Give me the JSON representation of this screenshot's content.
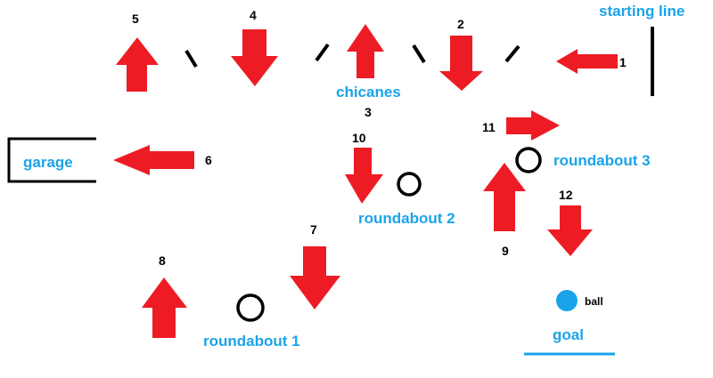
{
  "colors": {
    "arrow": "#ed1c24",
    "label": "#1aa3e8",
    "line": "#000000",
    "ball": "#1aa3e8",
    "goal_line": "#1aa3e8"
  },
  "labels": {
    "starting_line": "starting line",
    "chicanes": "chicanes",
    "garage": "garage",
    "roundabout_1": "roundabout 1",
    "roundabout_2": "roundabout 2",
    "roundabout_3": "roundabout 3",
    "ball": "ball",
    "goal": "goal"
  },
  "steps": [
    "1",
    "2",
    "3",
    "4",
    "5",
    "6",
    "7",
    "8",
    "9",
    "10",
    "11",
    "12"
  ],
  "arrows": [
    {
      "step": "1",
      "direction": "left"
    },
    {
      "step": "2",
      "direction": "down"
    },
    {
      "step": "3",
      "direction": "up"
    },
    {
      "step": "4",
      "direction": "down"
    },
    {
      "step": "5",
      "direction": "up"
    },
    {
      "step": "6",
      "direction": "left"
    },
    {
      "step": "7",
      "direction": "down"
    },
    {
      "step": "8",
      "direction": "up"
    },
    {
      "step": "9",
      "direction": "up"
    },
    {
      "step": "10",
      "direction": "down"
    },
    {
      "step": "11",
      "direction": "right"
    },
    {
      "step": "12",
      "direction": "down"
    }
  ]
}
